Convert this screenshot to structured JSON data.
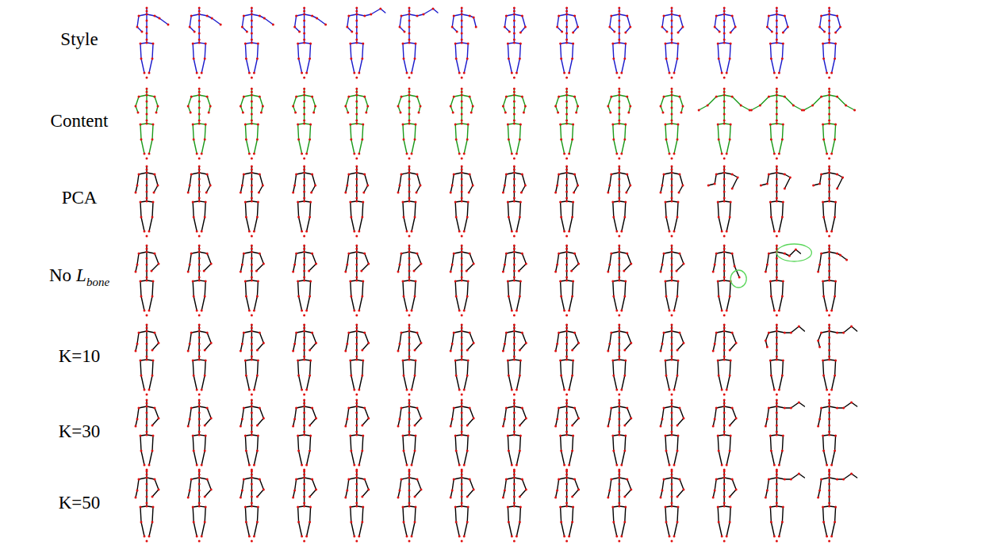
{
  "diagram": {
    "labels": [
      "Style",
      "Content",
      "PCA",
      "No",
      "L",
      "bone",
      "K=10",
      "K=30",
      "K=50"
    ]
  }
}
